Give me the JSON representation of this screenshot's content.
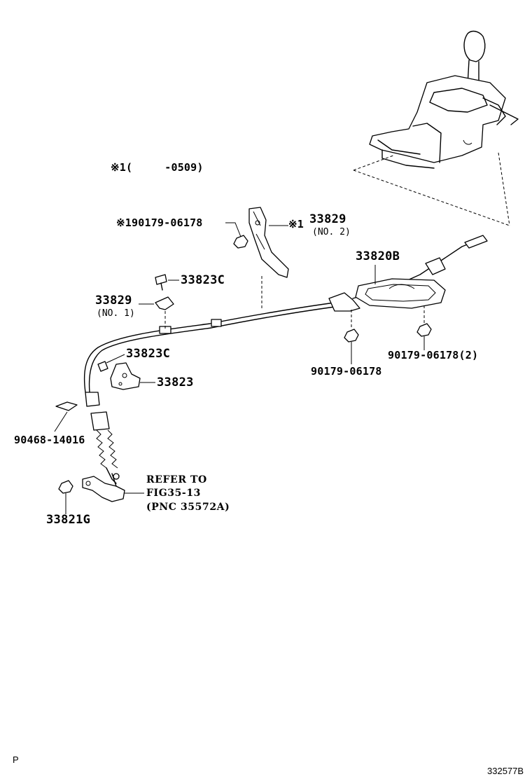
{
  "note": {
    "mark": "※1",
    "open": "(",
    "range": "-0509)"
  },
  "labels": {
    "p33829_no2": {
      "mark": "※1",
      "code": "33829",
      "sub": "(NO. 2)"
    },
    "p90179_top": {
      "mark": "※1",
      "code": "90179-06178"
    },
    "p33820B": "33820B",
    "p33823C_a": "33823C",
    "p33829_no1": {
      "code": "33829",
      "sub": "(NO. 1)"
    },
    "p33823C_b": "33823C",
    "p33823": "33823",
    "p90179_mid": "90179-06178",
    "p90179_right": "90179-06178(2)",
    "p90468": "90468-14016",
    "p33821G": "33821G",
    "refer": {
      "line1": "REFER TO",
      "line2": "FIG35-13",
      "line3": "(PNC 35572A)"
    }
  },
  "footer": {
    "left": "P",
    "right": "332577B"
  }
}
